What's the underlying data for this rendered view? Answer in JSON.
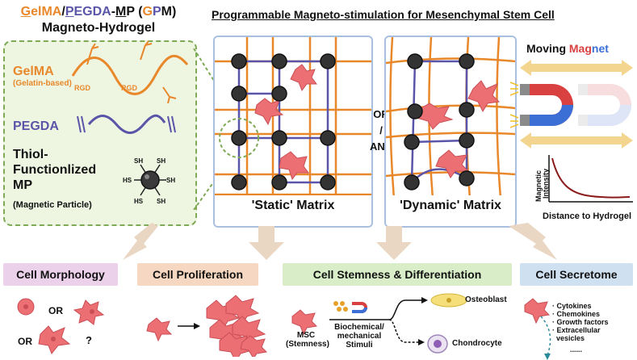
{
  "hydrogel": {
    "title_parts": [
      {
        "text": "GelMA",
        "color": "#e8882b",
        "underline": "G"
      },
      {
        "text": "/",
        "color": "#111111"
      },
      {
        "text": "PEGDA",
        "color": "#5a55a8",
        "underline": "P"
      },
      {
        "text": "-",
        "color": "#111111"
      },
      {
        "text": "MP",
        "color": "#111111",
        "underline": "M"
      },
      {
        "text": " (",
        "color": "#111111"
      },
      {
        "text": "G",
        "color": "#e8882b"
      },
      {
        "text": "P",
        "color": "#5a55a8"
      },
      {
        "text": "M",
        "color": "#111111"
      },
      {
        "text": ")",
        "color": "#111111"
      }
    ],
    "subtitle": "Magneto-Hydrogel",
    "gelma_label": "GelMA",
    "gelma_sub": "(Gelatin-based)",
    "rgd": "RGD",
    "pegda_label": "PEGDA",
    "thiol_line1": "Thiol-",
    "thiol_line2": "Functionlized",
    "thiol_line3": "MP",
    "thiol_sub": "(Magnetic Particle)",
    "sh": "SH",
    "hs": "HS"
  },
  "stim": {
    "title": "Programmable Magneto-stimulation for Mesenchymal Stem Cell",
    "static_label": "'Static' Matrix",
    "dynamic_label": "'Dynamic' Matrix",
    "or": "OR",
    "slash": "/",
    "and": "AND"
  },
  "magnet": {
    "title_moving": "Moving ",
    "title_mag": "Mag",
    "title_net": "net",
    "ylabel_1": "Magnetic",
    "ylabel_2": "Intensity",
    "xlabel": "Distance to Hydrogel"
  },
  "outcomes": {
    "morphology": "Cell Morphology",
    "proliferation": "Cell Proliferation",
    "stemness": "Cell Stemness & Differentiation",
    "secretome": "Cell Secretome",
    "or1": "OR",
    "or2": "OR",
    "question": "?",
    "msc": "MSC",
    "msc_sub": "(Stemness)",
    "stimuli_1": "Biochemical/",
    "stimuli_2": "mechanical",
    "stimuli_3": "Stimuli",
    "osteoblast": "Osteoblast",
    "chondrocyte": "Chondrocyte",
    "secretome_items": [
      "Cytokines",
      "Chemokines",
      "Growth factors",
      "Extracellular",
      "vesicles"
    ],
    "ellipsis": "......"
  },
  "colors": {
    "orange": "#e8882b",
    "purple": "#5a55a8",
    "green_bg": "#eef6e2",
    "green_border": "#7faa55",
    "panel_border": "#a9bfe0",
    "cell": "#ec6f73",
    "arrow": "#e9d6c3",
    "morph_bg": "#ecd1ea",
    "prolif_bg": "#f6d7c1",
    "stem_bg": "#d8edc8",
    "secr_bg": "#cfe0f1"
  }
}
